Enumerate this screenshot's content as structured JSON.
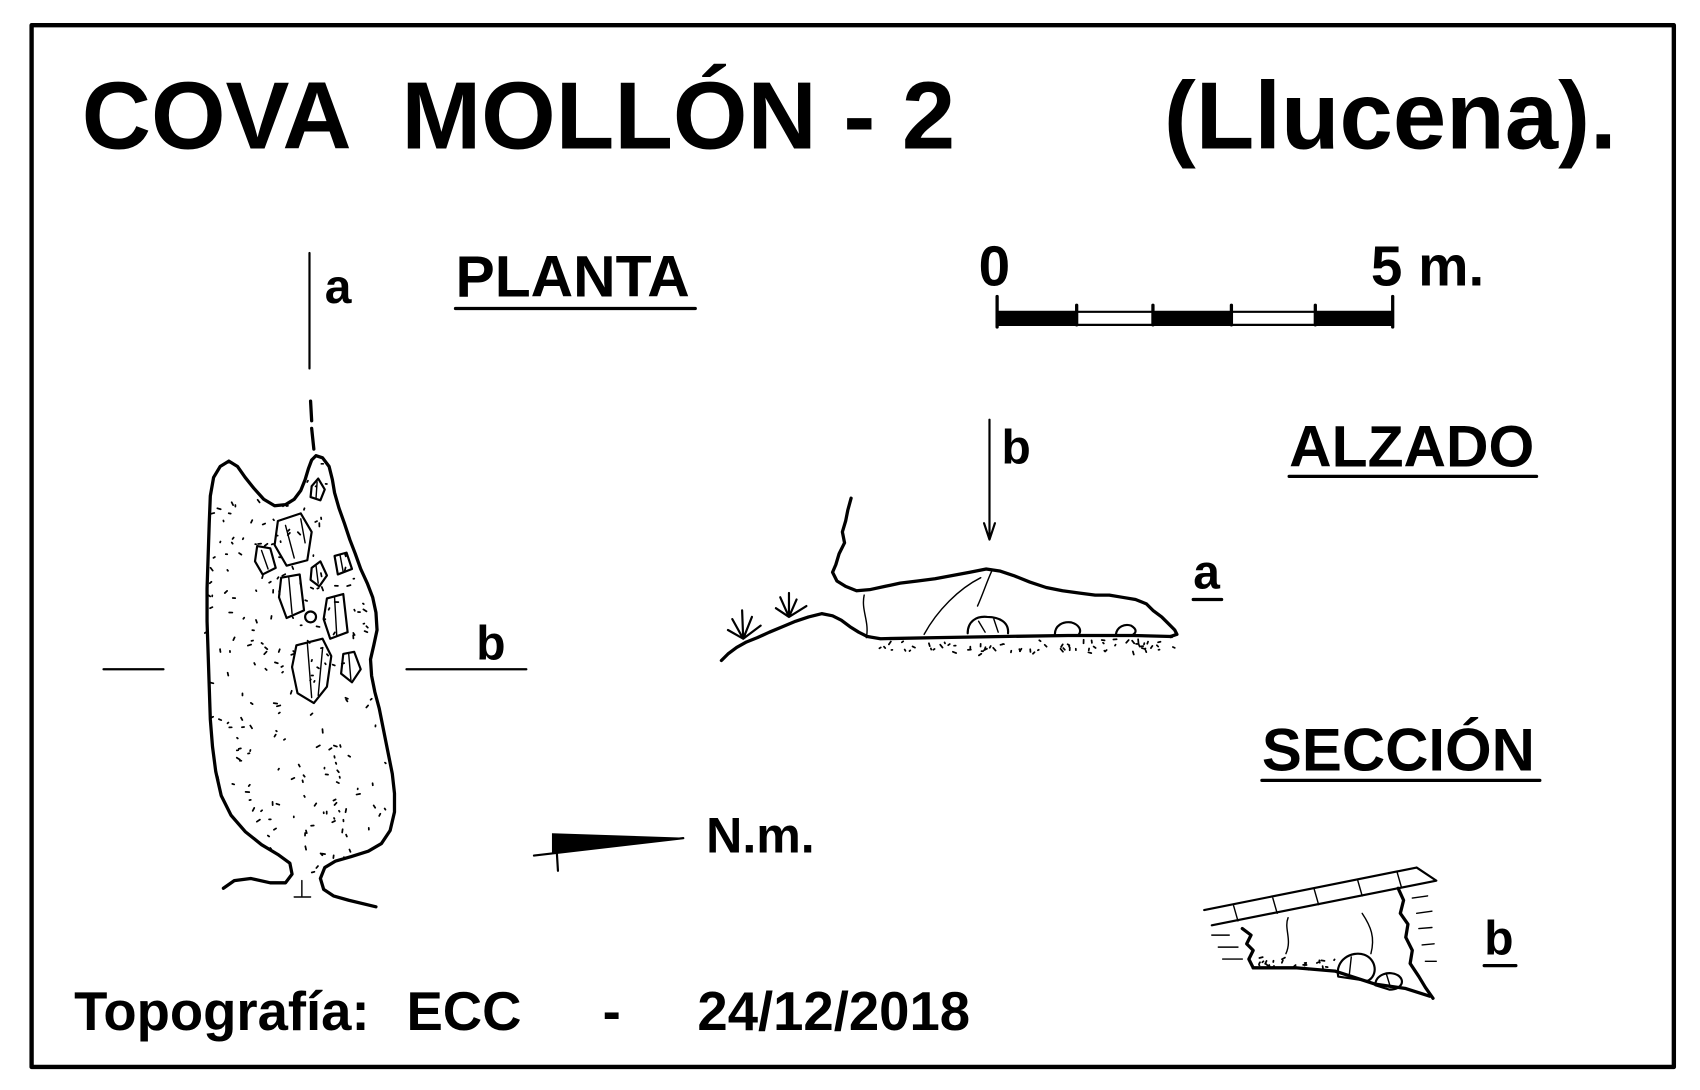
{
  "title": "COVA  MOLLÓN - 2",
  "locality": "(Llucena).",
  "plan": {
    "heading": "PLANTA",
    "label_a": "a",
    "label_b": "b",
    "north_label": "N.m."
  },
  "scale": {
    "start": "0",
    "end": "5 m."
  },
  "elevation": {
    "heading": "ALZADO",
    "label_b": "b",
    "label_a": "a"
  },
  "section": {
    "heading": "SECCIÓN",
    "label_b": "b"
  },
  "credits": {
    "label": "Topografía:",
    "author": "ECC",
    "separator": "-",
    "date": "24/12/2018"
  },
  "colors": {
    "ink": "#000000",
    "paper": "#ffffff"
  }
}
